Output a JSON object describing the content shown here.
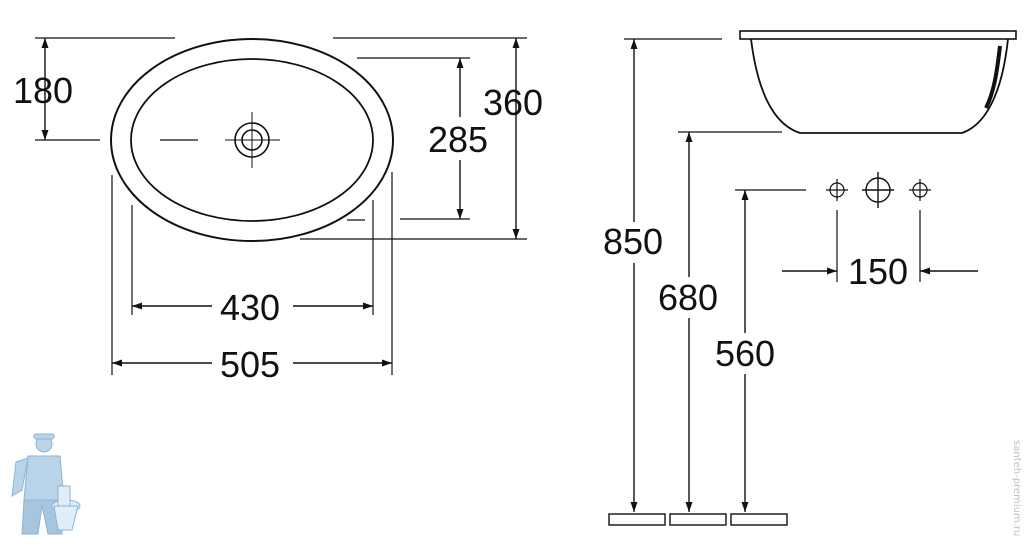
{
  "dimensions": {
    "depth_upper": "180",
    "outer_depth": "360",
    "inner_depth": "285",
    "inner_width": "430",
    "outer_width": "505",
    "floor_to_rim": "850",
    "floor_to_bowl_bottom": "680",
    "floor_to_tap_axis": "560",
    "tap_spacing": "150"
  },
  "watermark": {
    "vertical_text": "santeh-premium.ru",
    "mascot": "plumber-mascot"
  },
  "colors": {
    "line": "#111111",
    "watermark": "#a9c6de"
  }
}
